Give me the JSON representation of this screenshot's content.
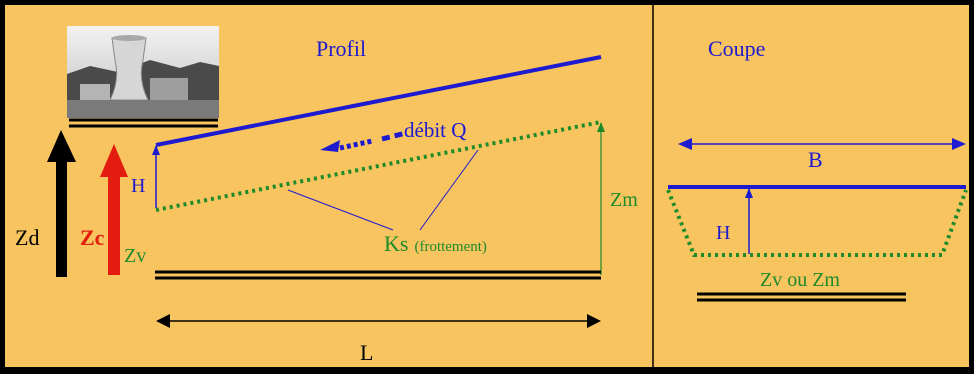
{
  "profile": {
    "title": "Profil",
    "labels": {
      "zd": "Zd",
      "zc": "Zc",
      "zv": "Zv",
      "h": "H",
      "zm": "Zm",
      "flow": "débit Q",
      "ks": "Ks",
      "ks_note": "(frottement)",
      "l": "L"
    }
  },
  "section": {
    "title": "Coupe",
    "labels": {
      "b": "B",
      "h": "H",
      "z": "Zv ou Zm"
    }
  },
  "colors": {
    "background": "#f7c45f",
    "border": "#000000",
    "blue": "#1d1ad0",
    "green": "#1e8a2a",
    "red": "#e31c0f",
    "black": "#000000"
  },
  "icons": {
    "plant": "nuclear-plant-photo"
  }
}
